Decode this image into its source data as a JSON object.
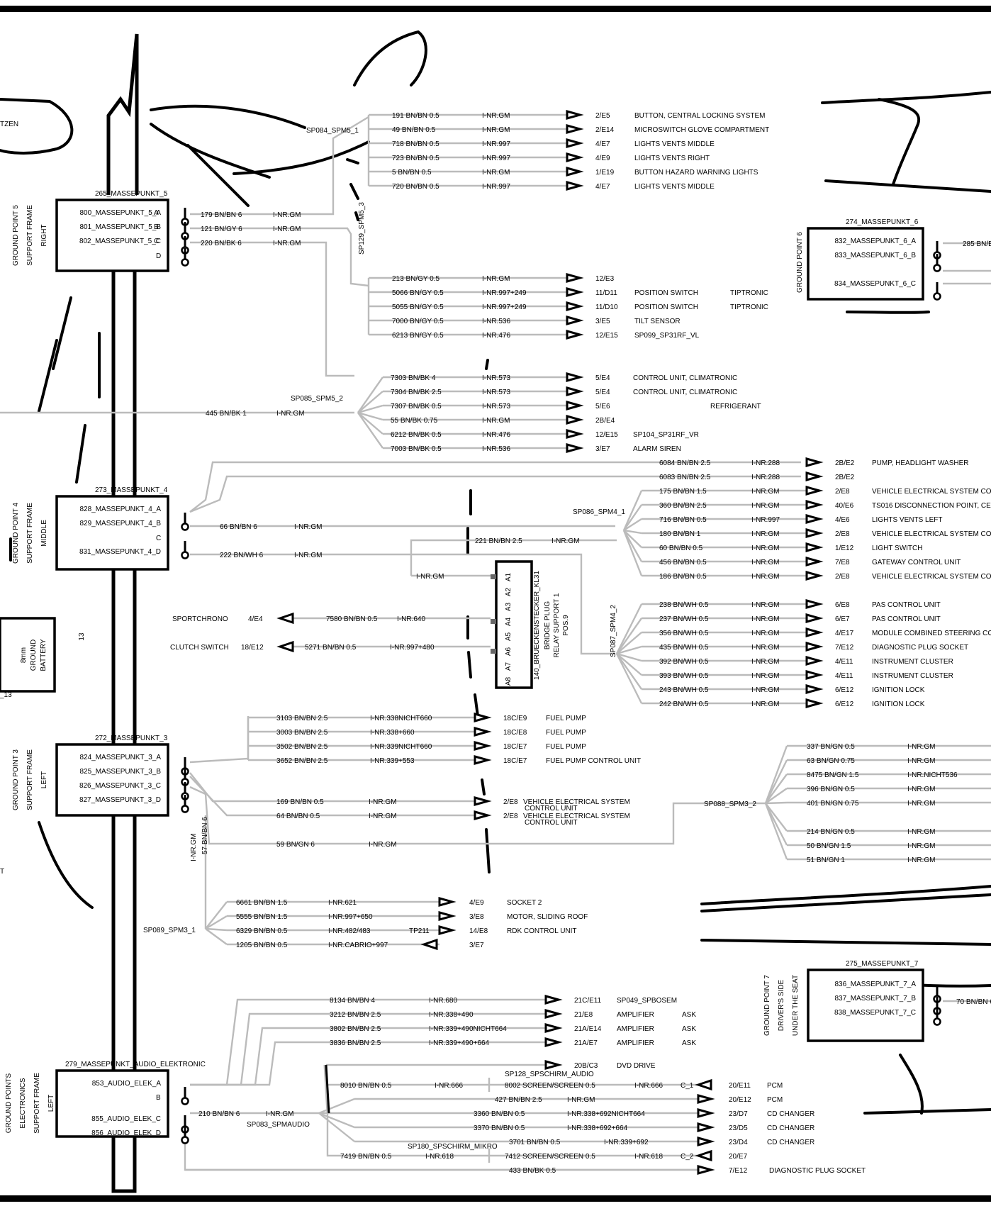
{
  "ground_blocks": [
    {
      "id": "gp5",
      "title": "265_MASSEPUNKT_5",
      "side": [
        "GROUND POINT 5",
        "SUPPORT FRAME",
        "RIGHT"
      ],
      "pins": [
        "800_MASSEPUNKT_5_A",
        "801_MASSEPUNKT_5_B",
        "802_MASSEPUNKT_5_C"
      ],
      "letters": [
        "A",
        "B",
        "C",
        "D"
      ]
    },
    {
      "id": "gp4",
      "title": "273_MASSEPUNKT_4",
      "side": [
        "GROUND POINT 4",
        "SUPPORT FRAME",
        "MIDDLE"
      ],
      "pins": [
        "828_MASSEPUNKT_4_A",
        "829_MASSEPUNKT_4_B",
        "831_MASSEPUNKT_4_D"
      ],
      "letters": [
        "C"
      ]
    },
    {
      "id": "gp3",
      "title": "272_MASSEPUNKT_3",
      "side": [
        "GROUND POINT 3",
        "SUPPORT FRAME",
        "LEFT"
      ],
      "pins": [
        "824_MASSEPUNKT_3_A",
        "825_MASSEPUNKT_3_B",
        "826_MASSEPUNKT_3_C",
        "827_MASSEPUNKT_3_D"
      ],
      "letters": []
    },
    {
      "id": "gpa",
      "title": "279_MASSEPUNKT_AUDIO_ELEKTRONIC",
      "side": [
        "GROUND POINTS",
        "ELECTRONICS",
        "SUPPORT FRAME",
        "LEFT"
      ],
      "pins": [
        "853_AUDIO_ELEK_A",
        "855_AUDIO_ELEK_C",
        "856_AUDIO_ELEK_D"
      ],
      "letters": [
        "B"
      ]
    },
    {
      "id": "gp6",
      "title": "274_MASSEPUNKT_6",
      "side": [
        "GROUND POINT 6"
      ],
      "pins": [
        "832_MASSEPUNKT_6_A",
        "833_MASSEPUNKT_6_B",
        "834_MASSEPUNKT_6_C"
      ],
      "letters": []
    },
    {
      "id": "gp7",
      "title": "275_MASSEPUNKT_7",
      "side": [
        "GROUND POINT 7",
        "DRIVER'S SIDE",
        "UNDER THE SEAT"
      ],
      "pins": [
        "836_MASSEPUNKT_7_A",
        "837_MASSEPUNKT_7_B",
        "838_MASSEPUNKT_7_C"
      ],
      "letters": []
    }
  ],
  "battery": {
    "size": "8mm",
    "l1": "GROUND",
    "l2": "BATTERY",
    "num": "13",
    "frag": "_13"
  },
  "fragments": {
    "tzen": "TZEN",
    "t": "T",
    "w285": "285 BN/B",
    "w70": "70 BN/BN 6"
  },
  "trunk_wires": [
    {
      "wire": "179 BN/BN 6",
      "net": "I-NR.GM"
    },
    {
      "wire": "121 BN/GY 6",
      "net": "I-NR.GM"
    },
    {
      "wire": "220 BN/BK 6",
      "net": "I-NR.GM"
    },
    {
      "wire": "445 BN/BK 1",
      "net": "I-NR.GM"
    },
    {
      "wire": "66 BN/BN 6",
      "net": "I-NR.GM"
    },
    {
      "wire": "222 BN/WH 6",
      "net": "I-NR.GM"
    },
    {
      "wire": "221 BN/BN 2.5",
      "net": "I-NR.GM"
    },
    {
      "wire": "169 BN/BN 0.5",
      "net": "I-NR.GM"
    },
    {
      "wire": "64 BN/BN 0.5",
      "net": "I-NR.GM"
    },
    {
      "wire": "59 BN/GN 6",
      "net": "I-NR.GM"
    },
    {
      "wire": "210 BN/BN 6",
      "net": "I-NR.GM"
    },
    {
      "wire": "57 BN/BN 6",
      "net": "I-NR.GM"
    }
  ],
  "splices": {
    "spm5_1": "SP084_SPM5_1",
    "spm5_3": "SP129_SPM5_3",
    "spm5_2": "SP085_SPM5_2",
    "spm4_1": "SP086_SPM4_1",
    "spm4_2": "SP087_SPM4_2",
    "spm3_2": "SP088_SPM3_2",
    "spm3_1": "SP089_SPM3_1",
    "spmaudio": "SP083_SPMAUDIO",
    "spschirm_audio": "SP128_SPSCHIRM_AUDIO",
    "spschirm_mikro": "SP180_SPSCHIRM_MIKRO"
  },
  "relay": {
    "title": "140_BRUECKENSTECKER_KL31",
    "l1": "BRIDGE PLUG",
    "l2": "RELAY SUPPORT 1",
    "l3": "POS.9",
    "pins": [
      "A1",
      "A2",
      "A3",
      "A4",
      "A5",
      "A6",
      "A7",
      "A8"
    ],
    "net": "I-NR.GM",
    "sport": {
      "dest": "SPORTCHRONO",
      "ref": "4/E4",
      "wire": "7580 BN/BN 0.5",
      "net": "I-NR.640"
    },
    "clutch": {
      "dest": "CLUTCH SWITCH",
      "ref": "18/E12",
      "wire": "5271 BN/BN 0.5",
      "net": "I-NR.997+480"
    }
  },
  "groups": {
    "g1": [
      {
        "wire": "191 BN/BN 0.5",
        "net": "I-NR.GM",
        "ref": "2/E5",
        "desc": "BUTTON, CENTRAL LOCKING SYSTEM",
        "extra": ""
      },
      {
        "wire": "49 BN/BN 0.5",
        "net": "I-NR.GM",
        "ref": "2/E14",
        "desc": "MICROSWITCH   GLOVE COMPARTMENT",
        "extra": ""
      },
      {
        "wire": "718 BN/BN 0.5",
        "net": "I-NR.997",
        "ref": "4/E7",
        "desc": "LIGHTS  VENTS  MIDDLE",
        "extra": ""
      },
      {
        "wire": "723 BN/BN 0.5",
        "net": "I-NR.997",
        "ref": "4/E9",
        "desc": "LIGHTS  VENTS  RIGHT",
        "extra": ""
      },
      {
        "wire": "5 BN/BN 0.5",
        "net": "I-NR.GM",
        "ref": "1/E19",
        "desc": "BUTTON  HAZARD WARNING LIGHTS",
        "extra": ""
      },
      {
        "wire": "720 BN/BN 0.5",
        "net": "I-NR.997",
        "ref": "4/E7",
        "desc": "LIGHTS  VENTS  MIDDLE",
        "extra": ""
      }
    ],
    "g2": [
      {
        "wire": "213 BN/GY 0.5",
        "net": "I-NR.GM",
        "ref": "12/E3",
        "desc": "",
        "extra": ""
      },
      {
        "wire": "5066 BN/GY 0.5",
        "net": "I-NR.997+249",
        "ref": "11/D11",
        "desc": "POSITION SWITCH",
        "extra": "TIPTRONIC"
      },
      {
        "wire": "5055 BN/GY 0.5",
        "net": "I-NR.997+249",
        "ref": "11/D10",
        "desc": "POSITION SWITCH",
        "extra": "TIPTRONIC"
      },
      {
        "wire": "7000 BN/GY 0.5",
        "net": "I-NR.536",
        "ref": "3/E5",
        "desc": "TILT SENSOR",
        "extra": ""
      },
      {
        "wire": "6213 BN/GY 0.5",
        "net": "I-NR.476",
        "ref": "12/E15",
        "desc": "SP099_SP31RF_VL",
        "extra": ""
      }
    ],
    "g3": [
      {
        "wire": "7303 BN/BK 4",
        "net": "I-NR.573",
        "ref": "5/E4",
        "desc": "CONTROL UNIT, CLIMATRONIC",
        "extra": ""
      },
      {
        "wire": "7304 BN/BK 2.5",
        "net": "I-NR.573",
        "ref": "5/E4",
        "desc": "CONTROL UNIT, CLIMATRONIC",
        "extra": ""
      },
      {
        "wire": "7307 BN/BK 0.5",
        "net": "I-NR.573",
        "ref": "5/E6",
        "desc": "",
        "extra": "REFRIGERANT"
      },
      {
        "wire": "55 BN/BK 0.75",
        "net": "I-NR.GM",
        "ref": "2B/E4",
        "desc": "",
        "extra": ""
      },
      {
        "wire": "6212 BN/BK 0.5",
        "net": "I-NR.476",
        "ref": "12/E15",
        "desc": "SP104_SP31RF_VR",
        "extra": ""
      },
      {
        "wire": "7003 BN/BK 0.5",
        "net": "I-NR.536",
        "ref": "3/E7",
        "desc": "ALARM SIREN",
        "extra": ""
      }
    ],
    "g4": [
      {
        "wire": "6084 BN/BN 2.5",
        "net": "I-NR.288",
        "ref": "2B/E2",
        "desc": "PUMP, HEADLIGHT WASHER",
        "extra": ""
      },
      {
        "wire": "6083 BN/BN 2.5",
        "net": "I-NR.288",
        "ref": "2B/E2",
        "desc": "",
        "extra": ""
      }
    ],
    "g5": [
      {
        "wire": "175 BN/BN 1.5",
        "net": "I-NR.GM",
        "ref": "2/E8",
        "desc": "VEHICLE ELECTRICAL SYSTEM CO",
        "extra": ""
      },
      {
        "wire": "360 BN/BN 2.5",
        "net": "I-NR.GM",
        "ref": "40/E6",
        "desc": "TS016 DISCONNECTION POINT, CE",
        "extra": ""
      },
      {
        "wire": "716 BN/BN 0.5",
        "net": "I-NR.997",
        "ref": "4/E6",
        "desc": "LIGHTS  VENTS  LEFT",
        "extra": ""
      },
      {
        "wire": "180 BN/BN 1",
        "net": "I-NR.GM",
        "ref": "2/E8",
        "desc": "VEHICLE ELECTRICAL SYSTEM CO",
        "extra": ""
      },
      {
        "wire": "60 BN/BN 0.5",
        "net": "I-NR.GM",
        "ref": "1/E12",
        "desc": "LIGHT SWITCH",
        "extra": ""
      },
      {
        "wire": "456 BN/BN 0.5",
        "net": "I-NR.GM",
        "ref": "7/E8",
        "desc": "GATEWAY CONTROL UNIT",
        "extra": ""
      },
      {
        "wire": "186 BN/BN 0.5",
        "net": "I-NR.GM",
        "ref": "2/E8",
        "desc": "VEHICLE ELECTRICAL SYSTEM CO",
        "extra": ""
      }
    ],
    "g6": [
      {
        "wire": "238 BN/WH 0.5",
        "net": "I-NR.GM",
        "ref": "6/E8",
        "desc": "PAS CONTROL UNIT",
        "extra": ""
      },
      {
        "wire": "237 BN/WH 0.5",
        "net": "I-NR.GM",
        "ref": "6/E7",
        "desc": "PAS CONTROL UNIT",
        "extra": ""
      },
      {
        "wire": "356 BN/WH 0.5",
        "net": "I-NR.GM",
        "ref": "4/E17",
        "desc": "MODULE  COMBINED STEERING CO",
        "extra": ""
      },
      {
        "wire": "435 BN/WH 0.5",
        "net": "I-NR.GM",
        "ref": "7/E12",
        "desc": "DIAGNOSTIC PLUG SOCKET",
        "extra": ""
      },
      {
        "wire": "392 BN/WH 0.5",
        "net": "I-NR.GM",
        "ref": "4/E11",
        "desc": "INSTRUMENT CLUSTER",
        "extra": ""
      },
      {
        "wire": "393 BN/WH 0.5",
        "net": "I-NR.GM",
        "ref": "4/E11",
        "desc": "INSTRUMENT CLUSTER",
        "extra": ""
      },
      {
        "wire": "243 BN/WH 0.5",
        "net": "I-NR.GM",
        "ref": "6/E12",
        "desc": "IGNITION LOCK",
        "extra": ""
      },
      {
        "wire": "242 BN/WH 0.5",
        "net": "I-NR.GM",
        "ref": "6/E12",
        "desc": "IGNITION LOCK",
        "extra": ""
      }
    ],
    "g7": [
      {
        "wire": "3103 BN/BN 2.5",
        "net": "I-NR.338NICHT660",
        "ref": "18C/E9",
        "desc": "FUEL PUMP",
        "extra": ""
      },
      {
        "wire": "3003 BN/BN 2.5",
        "net": "I-NR.338+660",
        "ref": "18C/E8",
        "desc": "FUEL PUMP",
        "extra": ""
      },
      {
        "wire": "3502 BN/BN 2.5",
        "net": "I-NR.339NICHT660",
        "ref": "18C/E7",
        "desc": "FUEL PUMP",
        "extra": ""
      },
      {
        "wire": "3652 BN/BN 2.5",
        "net": "I-NR.339+553",
        "ref": "18C/E7",
        "desc": "FUEL PUMP CONTROL UNIT",
        "extra": ""
      }
    ],
    "g8": [
      {
        "wire": "337 BN/GN 0.5",
        "net": "I-NR.GM"
      },
      {
        "wire": "63 BN/GN 0.75",
        "net": "I-NR.GM"
      },
      {
        "wire": "8475 BN/GN 1.5",
        "net": "I-NR.NICHT536"
      },
      {
        "wire": "396 BN/GN 0.5",
        "net": "I-NR.GM"
      },
      {
        "wire": "401 BN/GN 0.75",
        "net": "I-NR.GM"
      },
      {
        "wire": "214 BN/GN 0.5",
        "net": "I-NR.GM"
      },
      {
        "wire": "50 BN/GN 1.5",
        "net": "I-NR.GM"
      },
      {
        "wire": "51 BN/GN 1",
        "net": "I-NR.GM"
      }
    ],
    "g9": [
      {
        "wire": "6661 BN/BN 1.5",
        "net": "I-NR.621",
        "ref": "4/E9",
        "desc": "SOCKET 2",
        "extra": ""
      },
      {
        "wire": "5555 BN/BN 1.5",
        "net": "I-NR.997+650",
        "ref": "3/E8",
        "desc": "MOTOR, SLIDING ROOF",
        "extra": ""
      },
      {
        "wire": "6329 BN/BN 0.5",
        "net": "I-NR.482/483",
        "ref": "14/E8",
        "desc": "RDK CONTROL UNIT",
        "extra": "TP211"
      },
      {
        "wire": "1205 BN/BN 0.5",
        "net": "I-NR.CABRIO+997",
        "ref": "3/E7",
        "desc": "",
        "extra": ""
      }
    ],
    "g10": [
      {
        "wire": "8134 BN/BN 4",
        "net": "I-NR.680",
        "ref": "21C/E11",
        "desc": "SP049_SPBOSEM",
        "extra": ""
      },
      {
        "wire": "3212 BN/BN 2.5",
        "net": "I-NR.338+490",
        "ref": "21/E8",
        "desc": "AMPLIFIER",
        "extra": "ASK"
      },
      {
        "wire": "3802 BN/BN 2.5",
        "net": "I-NR.339+490NICHT664",
        "ref": "21A/E14",
        "desc": "AMPLIFIER",
        "extra": "ASK"
      },
      {
        "wire": "3836 BN/BN 2.5",
        "net": "I-NR.339+490+664",
        "ref": "21A/E7",
        "desc": "AMPLIFIER",
        "extra": "ASK"
      }
    ],
    "g11": [
      {
        "wire": "",
        "net": "",
        "ref": "20B/C3",
        "desc": "DVD DRIVE"
      },
      {
        "wire": "8002 SCREEN/SCREEN 0.5",
        "net": "I-NR.666",
        "ref": "20/E11",
        "desc": "PCM",
        "c": "C_1"
      },
      {
        "wire": "427 BN/BN 2.5",
        "net": "I-NR.GM",
        "ref": "20/E12",
        "desc": "PCM",
        "c": ""
      },
      {
        "wire": "3360 BN/BN 0.5",
        "net": "I-NR.338+692NICHT664",
        "ref": "23/D7",
        "desc": "CD CHANGER",
        "c": ""
      },
      {
        "wire": "3370 BN/BN 0.5",
        "net": "I-NR.338+692+664",
        "ref": "23/D5",
        "desc": "CD CHANGER",
        "c": ""
      },
      {
        "wire": "3701 BN/BN 0.5",
        "net": "I-NR.339+692",
        "ref": "23/D4",
        "desc": "CD CHANGER",
        "c": ""
      },
      {
        "wire": "7412 SCREEN/SCREEN 0.5",
        "net": "I-NR.618",
        "ref": "20/E7",
        "desc": "",
        "c": "C_2"
      },
      {
        "wire": "433 BN/BK 0.5",
        "net": "",
        "ref": "7/E12",
        "desc": "DIAGNOSTIC PLUG SOCKET",
        "c": ""
      }
    ],
    "audio_in": [
      {
        "wire": "8010 BN/BN 0.5",
        "net": "I-NR.666"
      },
      {
        "wire": "7419 BN/BN 0.5",
        "net": "I-NR.618"
      }
    ]
  },
  "colors": {
    "wire": "#bbbbbb",
    "ink": "#000000"
  }
}
